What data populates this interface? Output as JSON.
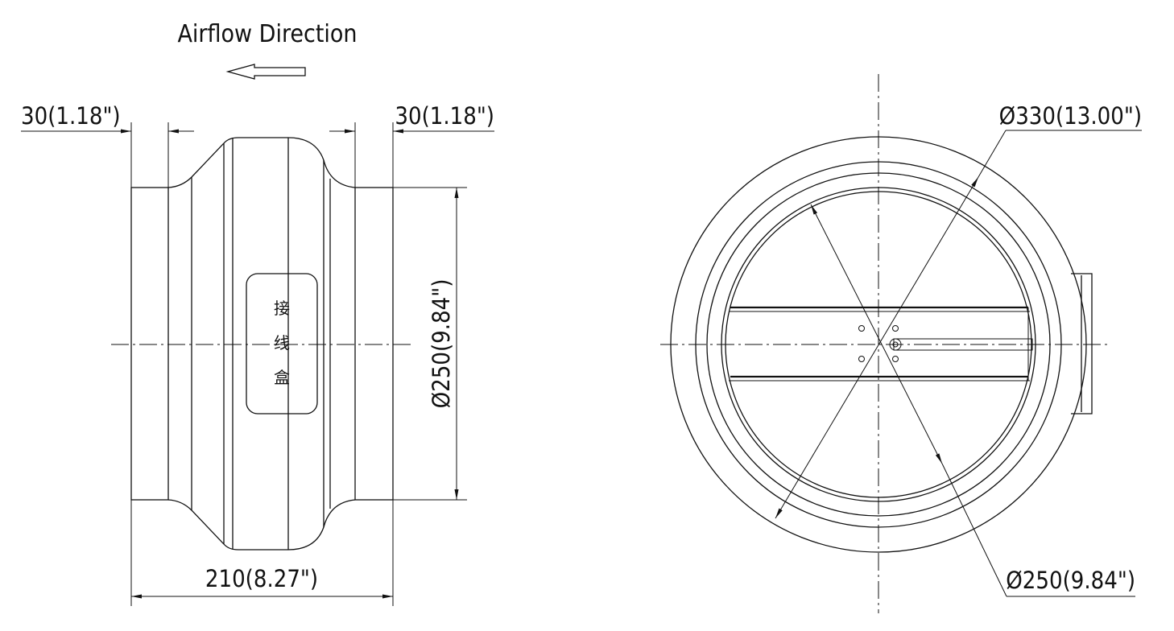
{
  "labels": {
    "airflow_direction": "Airflow Direction",
    "inlet_length": "30(1.18\")",
    "outlet_length": "30(1.18\")",
    "total_length": "210(8.27\")",
    "duct_diameter_side": "Ø250(9.84\")",
    "outer_diameter": "Ø330(13.00\")",
    "duct_diameter_front": "Ø250(9.84\")",
    "junction_box": [
      "接",
      "线",
      "盒"
    ]
  },
  "colors": {
    "line": "#111111",
    "background": "#ffffff"
  }
}
